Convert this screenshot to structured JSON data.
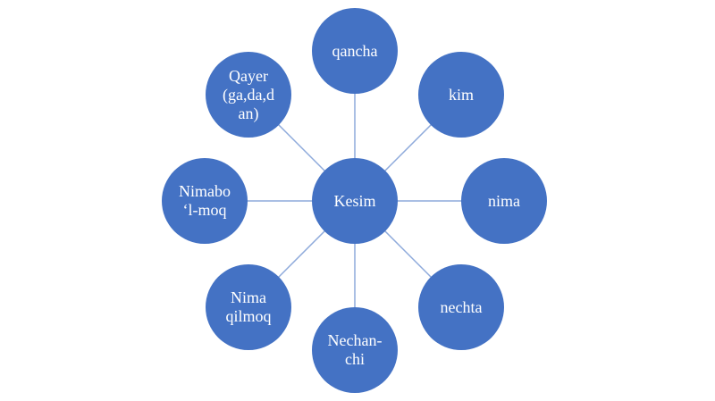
{
  "colors": {
    "node_fill": "#4472c4",
    "node_text": "#ffffff",
    "connector": "#8eaadb"
  },
  "center": {
    "label": "Kesim"
  },
  "satellites": [
    {
      "id": "qancha",
      "label": "qancha"
    },
    {
      "id": "kim",
      "label": "kim"
    },
    {
      "id": "nima",
      "label": "nima"
    },
    {
      "id": "nechta",
      "label": "nechta"
    },
    {
      "id": "nechanchi",
      "label": "Nechan-\nchi"
    },
    {
      "id": "nima-qilmoq",
      "label": "Nima\nqilmoq"
    },
    {
      "id": "nimabolmoq",
      "label": "Nimabo\n‘l-moq"
    },
    {
      "id": "qayer",
      "label": "Qayer\n(ga,da,d\nan)"
    }
  ]
}
